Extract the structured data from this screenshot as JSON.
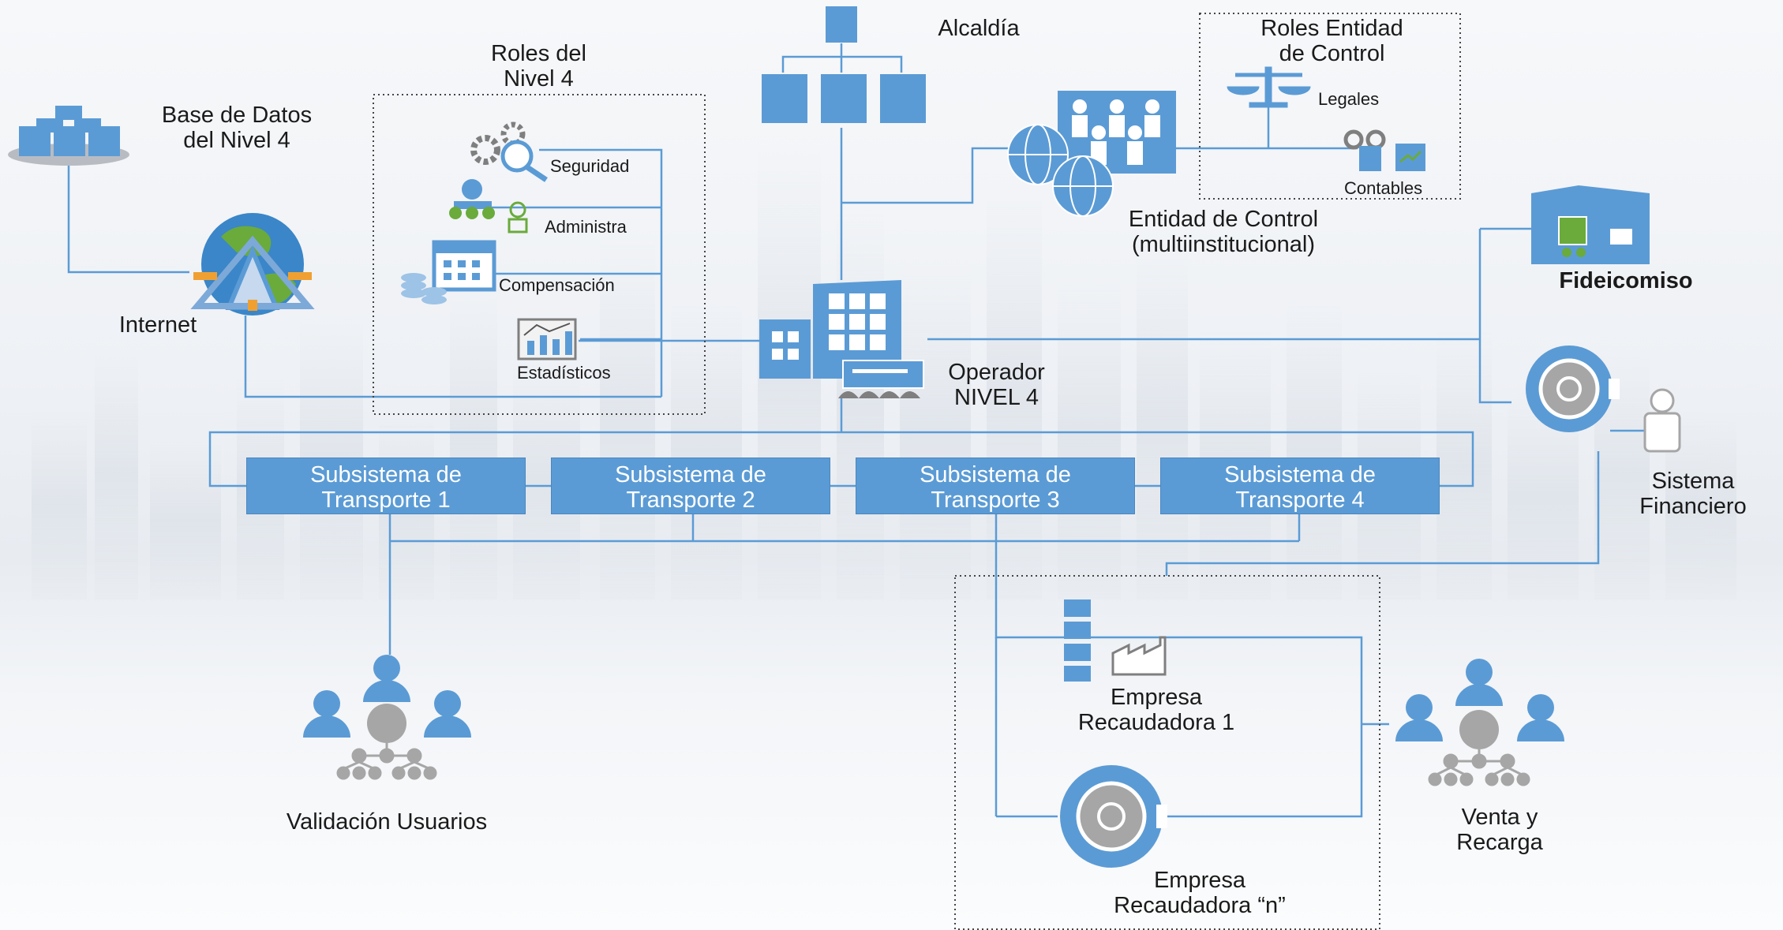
{
  "nodes": {
    "base_datos": "Base de Datos\ndel Nivel 4",
    "internet": "Internet",
    "roles_nivel4_title": "Roles del\nNivel 4",
    "roles": [
      "Seguridad",
      "Administra",
      "Compensación",
      "Estadísticos"
    ],
    "alcaldia": "Alcaldía",
    "roles_entidad_title": "Roles Entidad\nde Control",
    "legales": "Legales",
    "contables": "Contables",
    "entidad_control": "Entidad de Control\n(multiinstitucional)",
    "fideicomiso": "Fideicomiso",
    "operador": "Operador\nNIVEL 4",
    "sistema_financiero": "Sistema\nFinanciero",
    "subsistemas": [
      "Subsistema de\nTransporte 1",
      "Subsistema de\nTransporte 2",
      "Subsistema de\nTransporte 3",
      "Subsistema de\nTransporte 4"
    ],
    "empresa1": "Empresa\nRecaudadora 1",
    "empresa_n": "Empresa\nRecaudadora “n”",
    "validacion": "Validación Usuarios",
    "venta": "Venta y\nRecarga"
  },
  "colors": {
    "accent": "#5b9bd5",
    "line": "#5b9bd5",
    "gray_icon": "#a6a6a6",
    "text": "#1a1a1a"
  },
  "icons": [
    "database-icon",
    "globe-icon",
    "gears-search-icon",
    "org-chart-icon",
    "calculator-coins-icon",
    "chart-icon",
    "building-icon",
    "scales-icon",
    "binoculars-icon",
    "people-board-icon",
    "globe-icon",
    "screen-tractor-icon",
    "vault-icon",
    "person-icon",
    "factory-icon",
    "users-network-icon"
  ]
}
